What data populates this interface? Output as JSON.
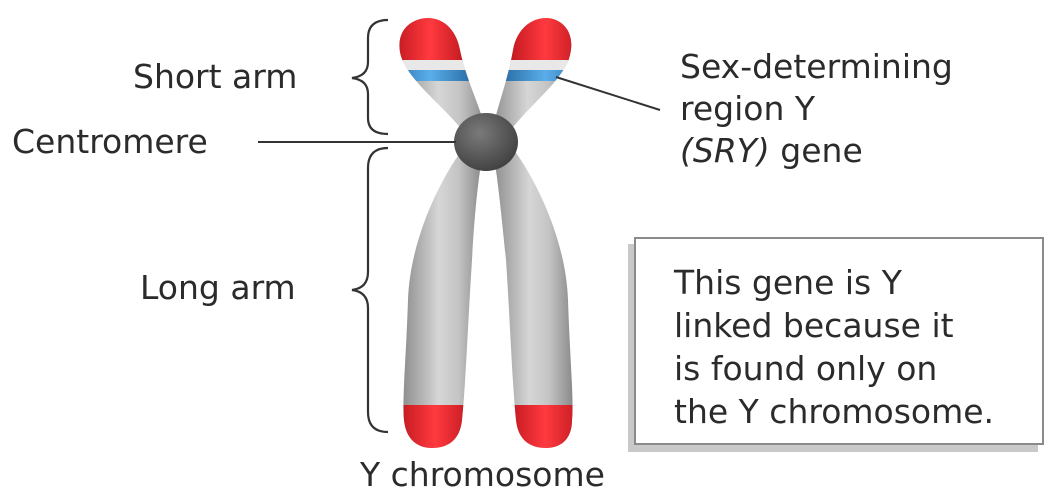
{
  "labels": {
    "short_arm": "Short arm",
    "centromere": "Centromere",
    "long_arm": "Long arm",
    "sry_line1": "Sex-determining",
    "sry_line2": "region Y",
    "sry_italic": "(SRY)",
    "sry_gene": " gene",
    "title": "Y chromosome"
  },
  "callout": {
    "text": "This gene is Y\nlinked because it\nis found only on\nthe Y chromosome."
  },
  "colors": {
    "chromatid": "#b9b9b9",
    "telomere": "#e0242b",
    "sry_band": "#3d8fd1",
    "centromere": "#555555",
    "text": "#2b2b2b",
    "lines": "#333333"
  }
}
